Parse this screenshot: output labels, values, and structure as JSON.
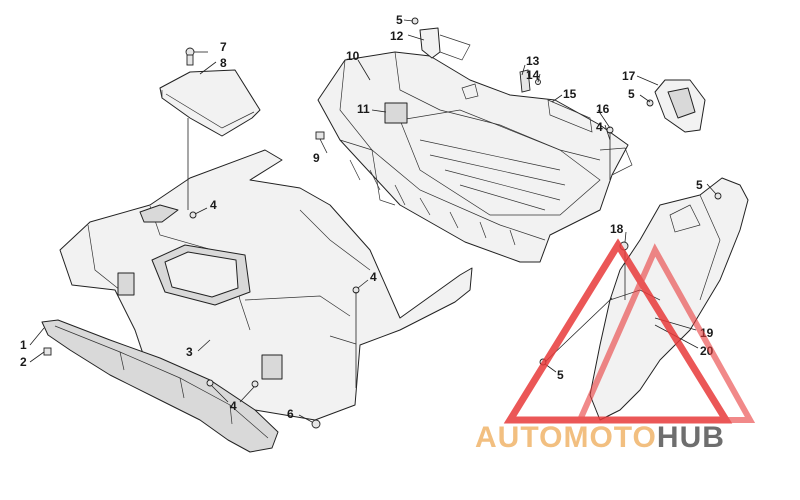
{
  "diagram": {
    "callouts": [
      {
        "id": "c1",
        "text": "1"
      },
      {
        "id": "c2",
        "text": "2"
      },
      {
        "id": "c3",
        "text": "3"
      },
      {
        "id": "c4a",
        "text": "4"
      },
      {
        "id": "c4b",
        "text": "4"
      },
      {
        "id": "c4c",
        "text": "4"
      },
      {
        "id": "c4d",
        "text": "4"
      },
      {
        "id": "c5a",
        "text": "5"
      },
      {
        "id": "c5b",
        "text": "5"
      },
      {
        "id": "c5c",
        "text": "5"
      },
      {
        "id": "c5d",
        "text": "5"
      },
      {
        "id": "c6",
        "text": "6"
      },
      {
        "id": "c7",
        "text": "7"
      },
      {
        "id": "c8",
        "text": "8"
      },
      {
        "id": "c9",
        "text": "9"
      },
      {
        "id": "c10",
        "text": "10"
      },
      {
        "id": "c11",
        "text": "11"
      },
      {
        "id": "c12",
        "text": "12"
      },
      {
        "id": "c13",
        "text": "13"
      },
      {
        "id": "c14",
        "text": "14"
      },
      {
        "id": "c15",
        "text": "15"
      },
      {
        "id": "c16",
        "text": "16"
      },
      {
        "id": "c17",
        "text": "17"
      },
      {
        "id": "c18",
        "text": "18"
      },
      {
        "id": "c19",
        "text": "19"
      },
      {
        "id": "c20",
        "text": "20"
      }
    ]
  },
  "watermark": {
    "part1": "AUTO",
    "part2": "MOTO",
    "part3": "HUB",
    "color_primary": "#f0b46a",
    "color_secondary": "#555555",
    "logo_color": "#e83a3a"
  }
}
